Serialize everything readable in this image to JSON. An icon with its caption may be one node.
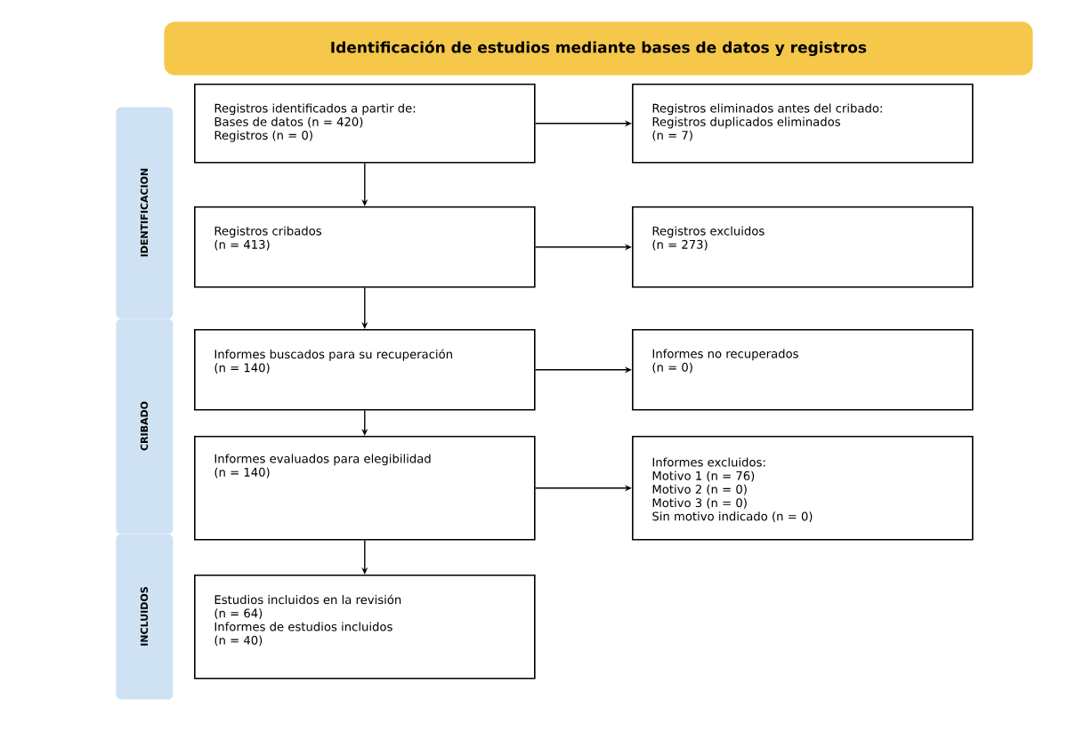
{
  "diagram": {
    "nodes": [
      {
        "text": [
          "Identificación de estudios mediante bases de datos y registros"
        ]
      },
      {
        "text": [
          "IDENTIFICACION"
        ]
      },
      {
        "text": [
          "Registros identificados a partir de:",
          "Bases de datos (n = 420)",
          "Registros (n = 0)"
        ]
      },
      {
        "text": [
          "Registros eliminados antes del cribado:",
          "Registros duplicados eliminados",
          "(n = 7)"
        ]
      },
      {
        "text": [
          "Registros cribados",
          "(n = 413)"
        ]
      },
      {
        "text": [
          "Registros excluidos",
          "(n = 273)"
        ]
      },
      {
        "text": [
          "CRIBADO"
        ]
      },
      {
        "text": [
          "Informes buscados para su recuperación",
          "(n = 140)"
        ]
      },
      {
        "text": [
          "Informes no recuperados",
          "(n = 0)"
        ]
      },
      {
        "text": [
          "Informes evaluados para elegibilidad",
          "(n = 140)"
        ]
      },
      {
        "text": [
          "Informes excluidos:",
          "Motivo 1 (n = 76)",
          "Motivo 2 (n = 0)",
          "Motivo 3 (n = 0)",
          "Sin motivo indicado (n = 0)"
        ]
      },
      {
        "text": [
          "INCLUIDOS"
        ]
      },
      {
        "text": [
          "Estudios incluidos en la revisión",
          "(n = 64)",
          "Informes de estudios incluidos",
          "(n = 40)"
        ]
      }
    ],
    "edges": [
      {
        "from": 2,
        "to": 3,
        "arrow": "to"
      },
      {
        "from": 2,
        "to": 4,
        "arrow": "to"
      },
      {
        "from": 4,
        "to": 5,
        "arrow": "to"
      },
      {
        "from": 4,
        "to": 7,
        "arrow": "to"
      },
      {
        "from": 7,
        "to": 8,
        "arrow": "to"
      },
      {
        "from": 7,
        "to": 9,
        "arrow": "to"
      },
      {
        "from": 9,
        "to": 10,
        "arrow": "to"
      },
      {
        "from": 9,
        "to": 12,
        "arrow": "to"
      }
    ]
  }
}
